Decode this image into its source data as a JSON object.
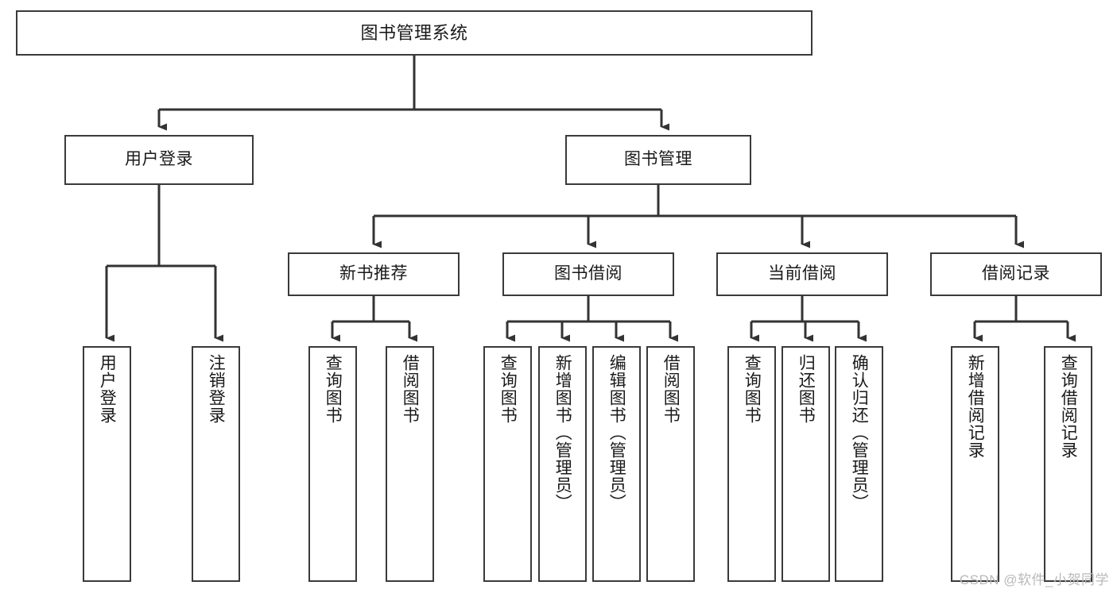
{
  "diagram": {
    "title": "图书管理系统",
    "type": "tree-hierarchy",
    "watermark": "CSDN @软件_小贺同学",
    "colors": {
      "background": "#ffffff",
      "box_border": "#3a3a3a",
      "connector": "#333333",
      "text": "#1a1a1a",
      "watermark": "#b9b9b9"
    },
    "root": {
      "label": "图书管理系统"
    },
    "level1": [
      {
        "id": "user-login",
        "label": "用户登录"
      },
      {
        "id": "book-manage",
        "label": "图书管理"
      }
    ],
    "level2": [
      {
        "id": "new-book-recommend",
        "label": "新书推荐",
        "parent": "book-manage"
      },
      {
        "id": "book-borrow",
        "label": "图书借阅",
        "parent": "book-manage"
      },
      {
        "id": "current-borrow",
        "label": "当前借阅",
        "parent": "book-manage"
      },
      {
        "id": "borrow-record",
        "label": "借阅记录",
        "parent": "book-manage"
      }
    ],
    "leaves": {
      "user_login": [
        {
          "id": "leaf-user-login",
          "label": "用户登录"
        },
        {
          "id": "leaf-logout",
          "label": "注销登录"
        }
      ],
      "new_book_recommend": [
        {
          "id": "leaf-query-book-1",
          "label": "查询图书"
        },
        {
          "id": "leaf-borrow-book-1",
          "label": "借阅图书"
        }
      ],
      "book_borrow": [
        {
          "id": "leaf-query-book-2",
          "label": "查询图书"
        },
        {
          "id": "leaf-add-book",
          "label": "新增图书（管理员）"
        },
        {
          "id": "leaf-edit-book",
          "label": "编辑图书（管理员）"
        },
        {
          "id": "leaf-borrow-book-2",
          "label": "借阅图书"
        }
      ],
      "current_borrow": [
        {
          "id": "leaf-query-book-3",
          "label": "查询图书"
        },
        {
          "id": "leaf-return-book",
          "label": "归还图书"
        },
        {
          "id": "leaf-confirm-return",
          "label": "确认归还（管理员）"
        }
      ],
      "borrow_record": [
        {
          "id": "leaf-add-record",
          "label": "新增借阅记录"
        },
        {
          "id": "leaf-query-record",
          "label": "查询借阅记录"
        }
      ]
    }
  }
}
